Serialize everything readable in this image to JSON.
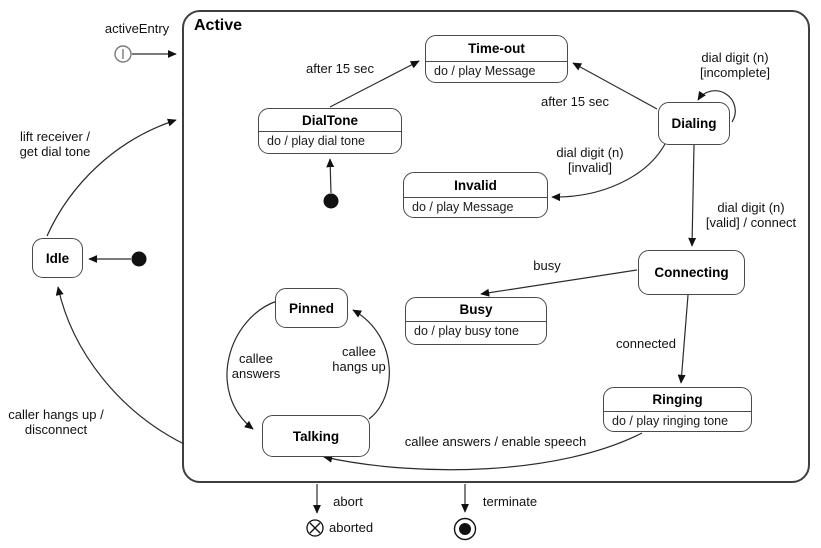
{
  "diagram": {
    "composite": {
      "title": "Active"
    },
    "states": {
      "timeout": {
        "title": "Time-out",
        "action": "do / play Message"
      },
      "dialtone": {
        "title": "DialTone",
        "action": "do / play dial tone"
      },
      "invalid": {
        "title": "Invalid",
        "action": "do / play Message"
      },
      "busy": {
        "title": "Busy",
        "action": "do / play busy tone"
      },
      "ringing": {
        "title": "Ringing",
        "action": "do / play ringing tone"
      },
      "dialing": {
        "title": "Dialing"
      },
      "connecting": {
        "title": "Connecting"
      },
      "pinned": {
        "title": "Pinned"
      },
      "talking": {
        "title": "Talking"
      },
      "idle": {
        "title": "Idle"
      }
    },
    "labels": {
      "active_entry": "activeEntry",
      "lift_receiver_1": "lift receiver /",
      "lift_receiver_2": "get dial tone",
      "caller_hangs_up_1": "caller hangs up /",
      "caller_hangs_up_2": "disconnect",
      "after_15_sec_a": "after 15 sec",
      "after_15_sec_b": "after 15 sec",
      "dial_digit_incomplete_1": "dial digit (n)",
      "dial_digit_incomplete_2": "[incomplete]",
      "dial_digit_invalid_1": "dial digit (n)",
      "dial_digit_invalid_2": "[invalid]",
      "dial_digit_valid_1": "dial digit (n)",
      "dial_digit_valid_2": "[valid] / connect",
      "busy": "busy",
      "connected": "connected",
      "callee_enable_speech": "callee answers / enable speech",
      "callee_answers_1": "callee",
      "callee_answers_2": "answers",
      "callee_hangs_up_1": "callee",
      "callee_hangs_up_2": "hangs up",
      "abort": "abort",
      "aborted": "aborted",
      "terminate": "terminate"
    },
    "colors": {
      "line": "#2b2b2b",
      "state_border": "#4a4a4a",
      "background": "#ffffff",
      "text": "#1a1a1a"
    }
  }
}
